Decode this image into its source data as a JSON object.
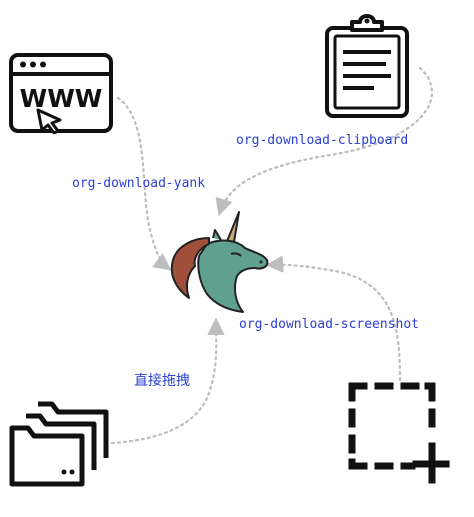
{
  "labels": {
    "yank": "org-download-yank",
    "clipboard": "org-download-clipboard",
    "screenshot": "org-download-screenshot",
    "drag_drop": "直接拖拽"
  },
  "icons": {
    "web": "web-browser-www-icon",
    "clipboard": "clipboard-icon",
    "screenshot": "screenshot-select-icon",
    "folder": "folders-icon",
    "center": "org-mode-unicorn-logo"
  },
  "colors": {
    "label": "#2a3fd6",
    "arrow": "#bdbdbd",
    "icon_stroke": "#111111",
    "unicorn_body": "#5fa08f",
    "unicorn_mane": "#a0503a",
    "unicorn_horn": "#c8a878"
  }
}
